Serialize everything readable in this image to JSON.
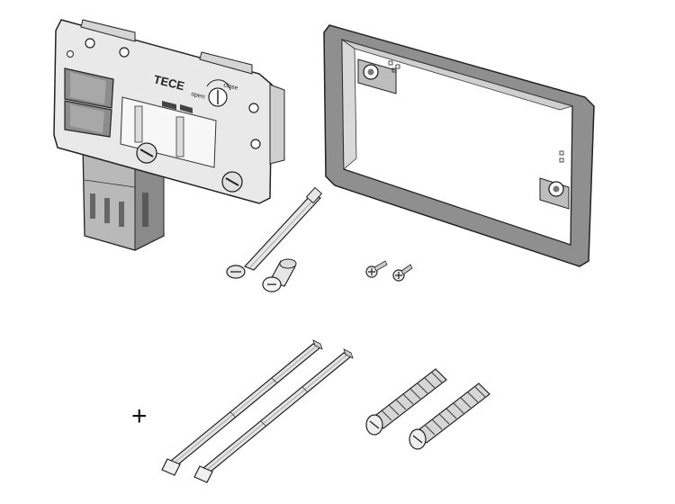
{
  "figure": {
    "brand_label": "TECE",
    "open_label": "open",
    "close_label": "close",
    "plus_sign": "+"
  },
  "parts": [
    {
      "name": "actuation-module"
    },
    {
      "name": "frame"
    },
    {
      "name": "extension-rod-with-sleeve"
    },
    {
      "name": "screws-pair"
    },
    {
      "name": "long-rods-pair"
    },
    {
      "name": "threaded-bolts-pair"
    }
  ]
}
